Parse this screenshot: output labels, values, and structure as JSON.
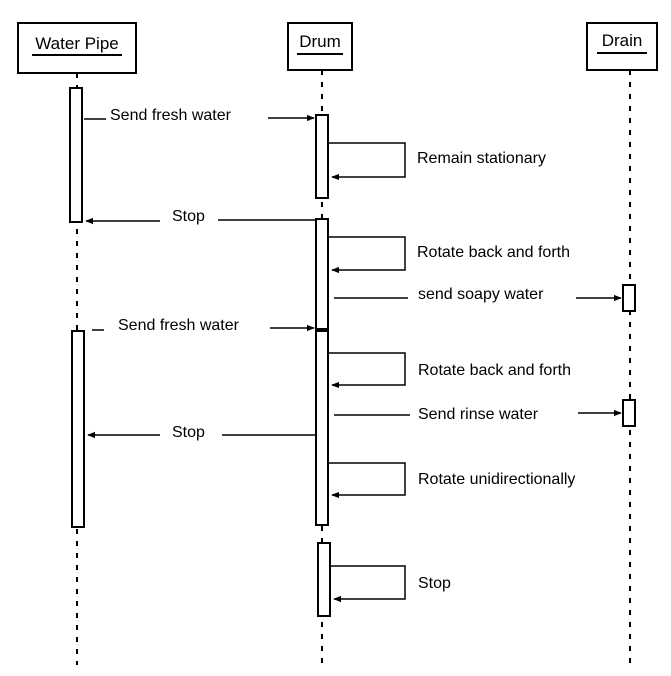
{
  "participants": {
    "water_pipe": "Water Pipe",
    "drum": "Drum",
    "drain": "Drain"
  },
  "messages": {
    "send_fresh_water_1": "Send fresh water",
    "remain_stationary": "Remain stationary",
    "stop_1": "Stop",
    "rotate_back_forth_1": "Rotate back and forth",
    "send_soapy_water": "send soapy water",
    "send_fresh_water_2": "Send fresh water",
    "rotate_back_forth_2": "Rotate back and forth",
    "send_rinse_water": "Send rinse water",
    "stop_2": "Stop",
    "rotate_unidirectionally": "Rotate unidirectionally",
    "stop_3": "Stop"
  }
}
